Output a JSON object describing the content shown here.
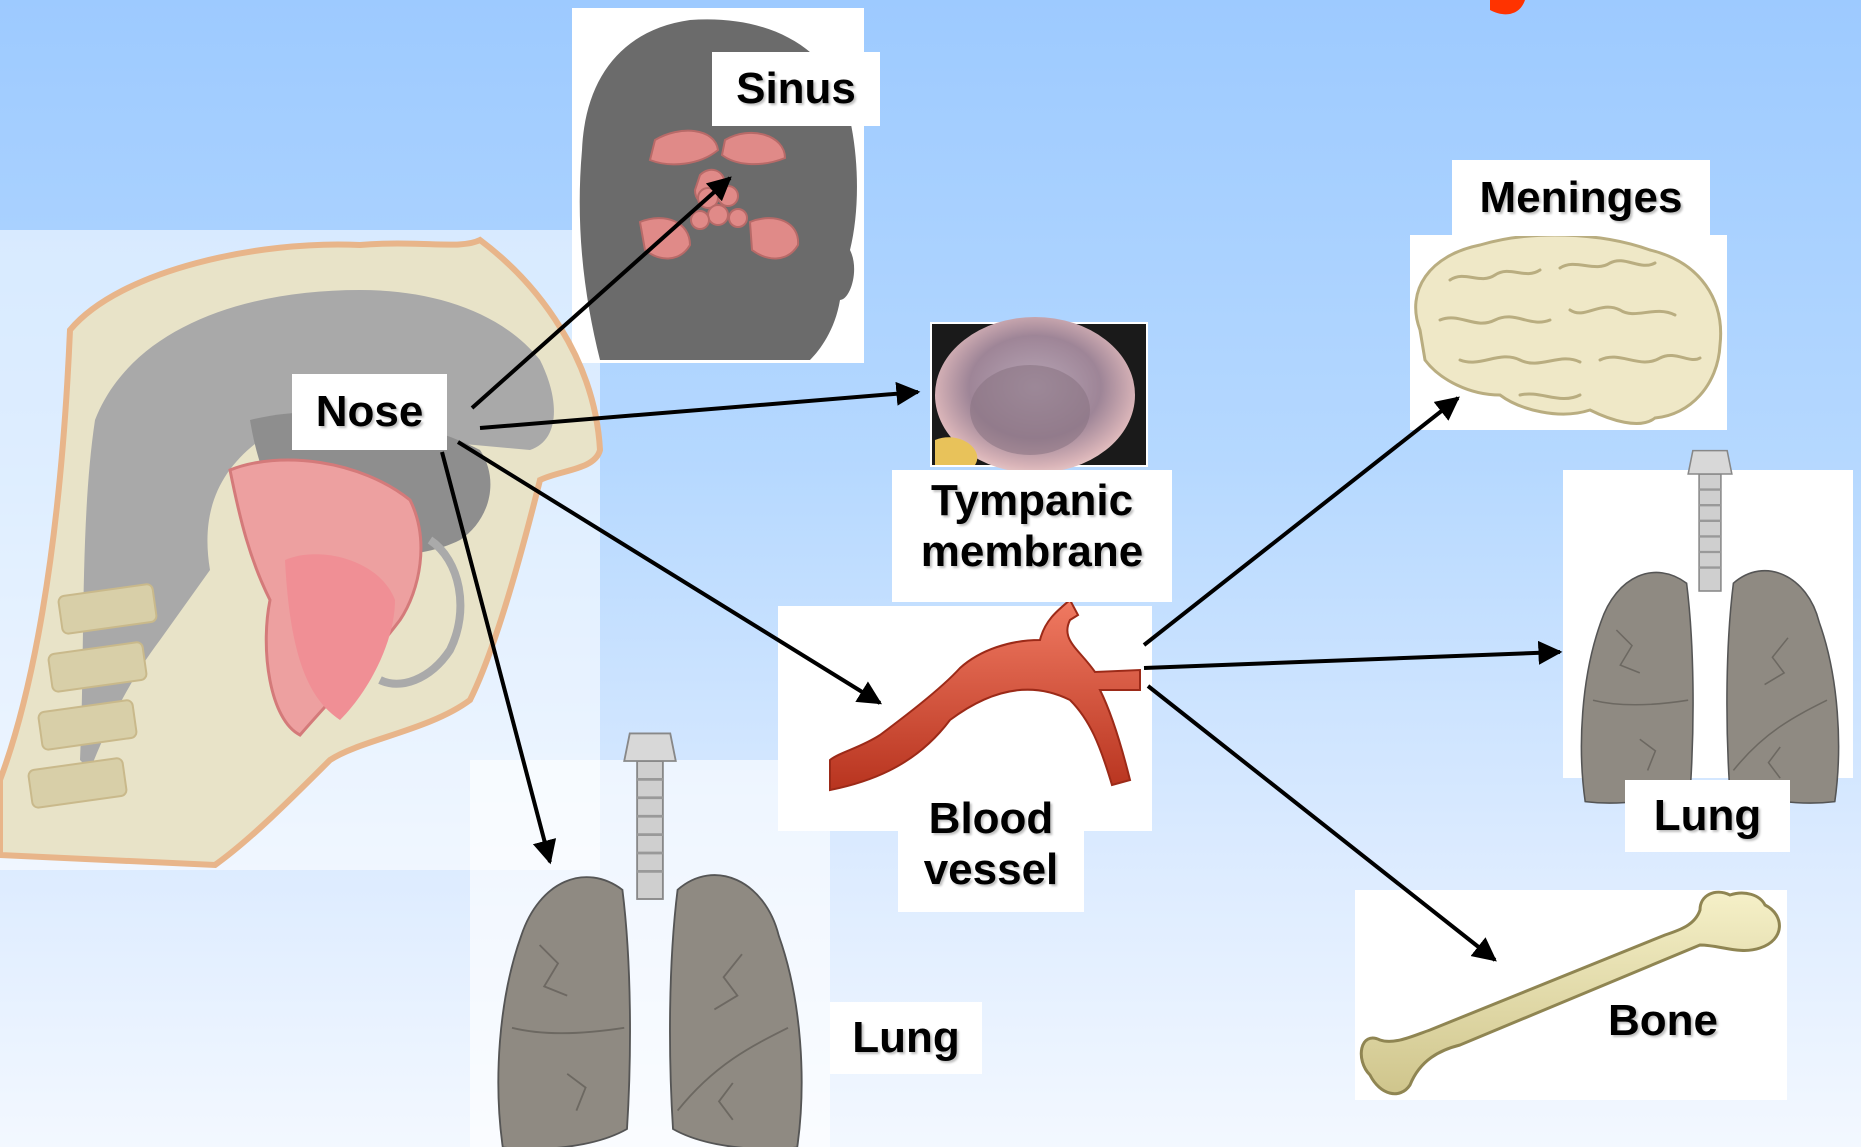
{
  "labels": {
    "nose": "Nose",
    "sinus": "Sinus",
    "tympanic_line1": "Tympanic",
    "tympanic_line2": "membrane",
    "blood_line1": "Blood",
    "blood_line2": "vessel",
    "lung_left": "Lung",
    "meninges": "Meninges",
    "lung_right": "Lung",
    "bone": "Bone"
  },
  "icons": {
    "head": "head-cross-section-icon",
    "face": "face-sinus-icon",
    "ear": "tympanic-membrane-photo",
    "vessel": "blood-vessel-icon",
    "lungs": "lungs-icon",
    "brain": "brain-icon",
    "bone": "femur-bone-icon"
  },
  "colors": {
    "arrow": "#000000",
    "sinus_tissue": "#e08a88",
    "vessel": "#d84a3a",
    "face": "#6b6b6b",
    "accent_corner": "#ff3300"
  }
}
